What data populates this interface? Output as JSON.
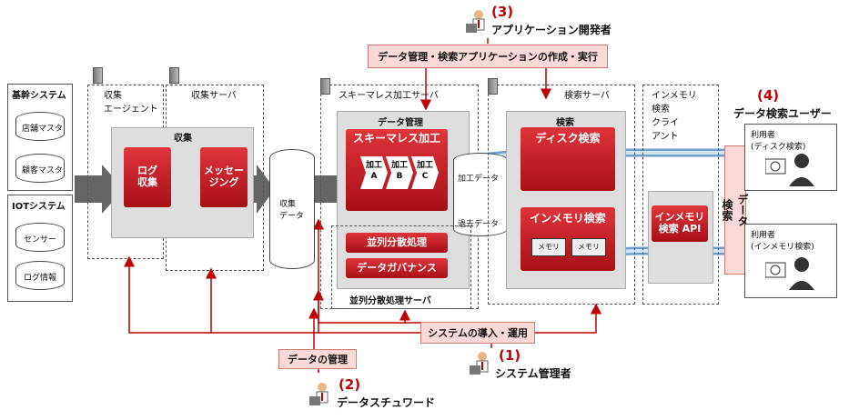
{
  "app_developer": {
    "num": "(3)",
    "label": "アプリケーション開発者"
  },
  "app_create": "データ管理・検索アプリケーションの作成・実行",
  "core_system": {
    "title": "基幹システム",
    "items": [
      "店舗マスタ",
      "顧客マスタ"
    ]
  },
  "iot_system": {
    "title": "IOTシステム",
    "items": [
      "センサー",
      "ログ情報"
    ]
  },
  "collect_agent": "収集\nエージェント",
  "collect_server": "収集サーバ",
  "collect_group": "収集",
  "log_collect": "ログ\n収集",
  "messaging": "メッセー\nジング",
  "collected_data": "収集\nデータ",
  "schemaless_server": "スキーマレス加工サーバ",
  "data_mgmt": "データ管理",
  "schemaless_proc": "スキーマレス加工",
  "procs": [
    "加工\nA",
    "加工\nB",
    "加工\nC"
  ],
  "processed_data": "加工データ",
  "past_data": "過去データ",
  "parallel": "並列分散処理",
  "governance": "データガバナンス",
  "parallel_server": "並列分散処理サーバ",
  "search_server": "検索サーバ",
  "search_group": "検索",
  "disk_search": "ディスク検索",
  "inmem_search": "インメモリ検索",
  "memory": "メモリ",
  "inmem_client": "インメモリ\n検索\nクライ\nアント",
  "inmem_api": "インメモリ\n検索 API",
  "data_search": "データ\n検索",
  "search_users": {
    "num": "(4)",
    "label": "データ検索ユーザー"
  },
  "user_disk": "利用者\n(ディスク検索)",
  "user_mem": "利用者\n(インメモリ検索)",
  "sys_ops": "システムの導入・運用",
  "sys_admin": {
    "num": "(1)",
    "label": "システム管理者"
  },
  "data_mgmt2": "データの管理",
  "steward": {
    "num": "(2)",
    "label": "データスチュワード"
  }
}
